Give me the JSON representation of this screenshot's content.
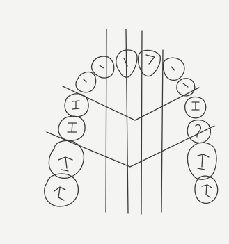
{
  "colors": {
    "background": "#ffffff",
    "paper": "#f4f4f2",
    "ink": "#3a3a3a"
  },
  "diagram": {
    "kind": "hand-drawn dental arch (maxillary) with reference lines",
    "teeth": [
      {
        "id": "central-incisor-left"
      },
      {
        "id": "central-incisor-right"
      },
      {
        "id": "lateral-incisor-left"
      },
      {
        "id": "lateral-incisor-right"
      },
      {
        "id": "canine-left"
      },
      {
        "id": "canine-right"
      },
      {
        "id": "first-premolar-left"
      },
      {
        "id": "first-premolar-right"
      },
      {
        "id": "second-premolar-left"
      },
      {
        "id": "second-premolar-right"
      },
      {
        "id": "first-molar-left"
      },
      {
        "id": "first-molar-right"
      },
      {
        "id": "second-molar-left"
      },
      {
        "id": "second-molar-right"
      }
    ],
    "reference_lines": {
      "vertical_count": 4,
      "chevron_count": 2
    }
  }
}
